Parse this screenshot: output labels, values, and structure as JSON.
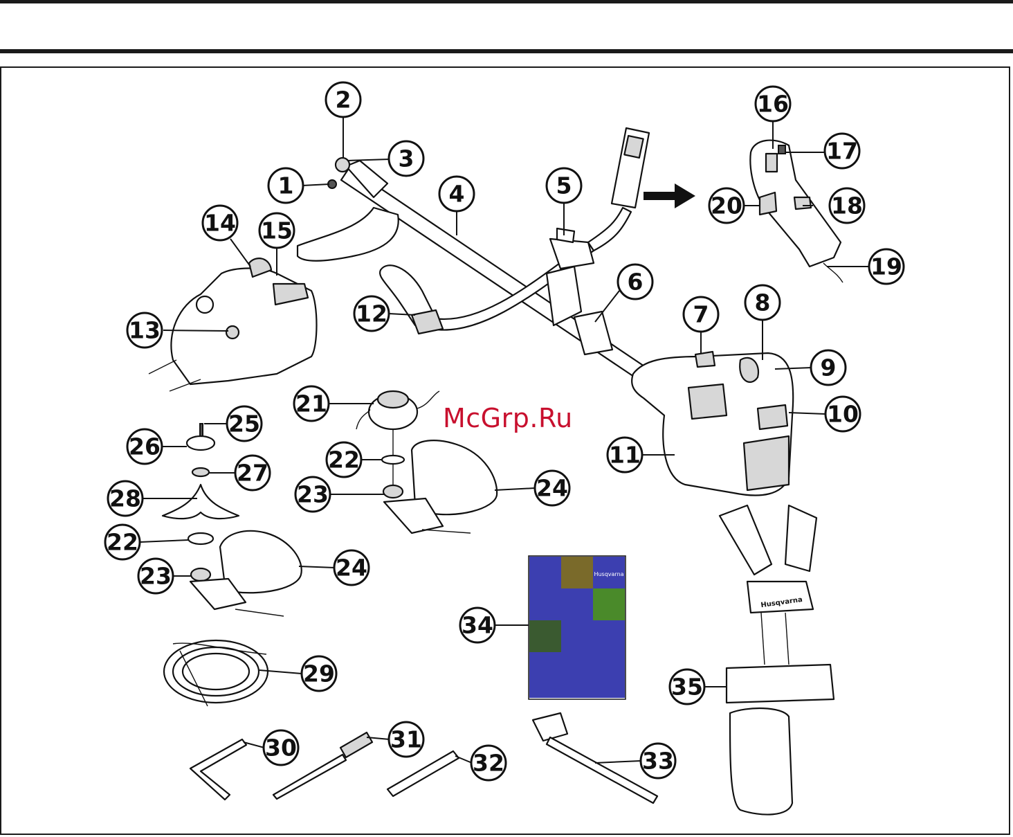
{
  "watermark": "McGrp.Ru",
  "booklet_brand": "Husqvarna",
  "harness_brand": "Husqvarna",
  "callouts": [
    "1",
    "2",
    "3",
    "4",
    "5",
    "6",
    "7",
    "8",
    "9",
    "10",
    "11",
    "12",
    "13",
    "14",
    "15",
    "16",
    "17",
    "18",
    "19",
    "20",
    "21",
    "22",
    "23",
    "24",
    "25",
    "26",
    "27",
    "28",
    "22",
    "23",
    "24",
    "29",
    "30",
    "31",
    "32",
    "33",
    "34",
    "35"
  ]
}
